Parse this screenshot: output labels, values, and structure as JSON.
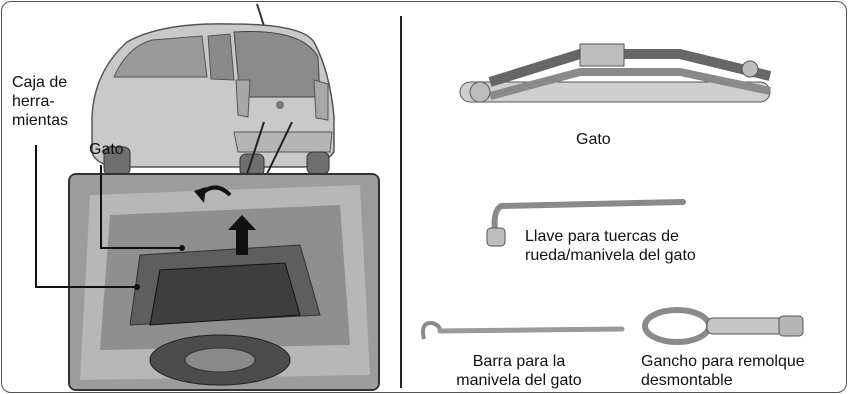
{
  "left_panel": {
    "caja_lines": [
      "Caja de",
      "herra-",
      "mientas"
    ],
    "gato_label": "Gato"
  },
  "right_panel": {
    "jack_caption": "Gato",
    "wrench_caption_lines": [
      "Llave para tuercas de",
      "rueda/manivela del gato"
    ],
    "bar_caption_lines": [
      "Barra para la",
      "manivela del gato"
    ],
    "hook_caption_lines": [
      "Gancho para remolque",
      "desmontable"
    ]
  }
}
